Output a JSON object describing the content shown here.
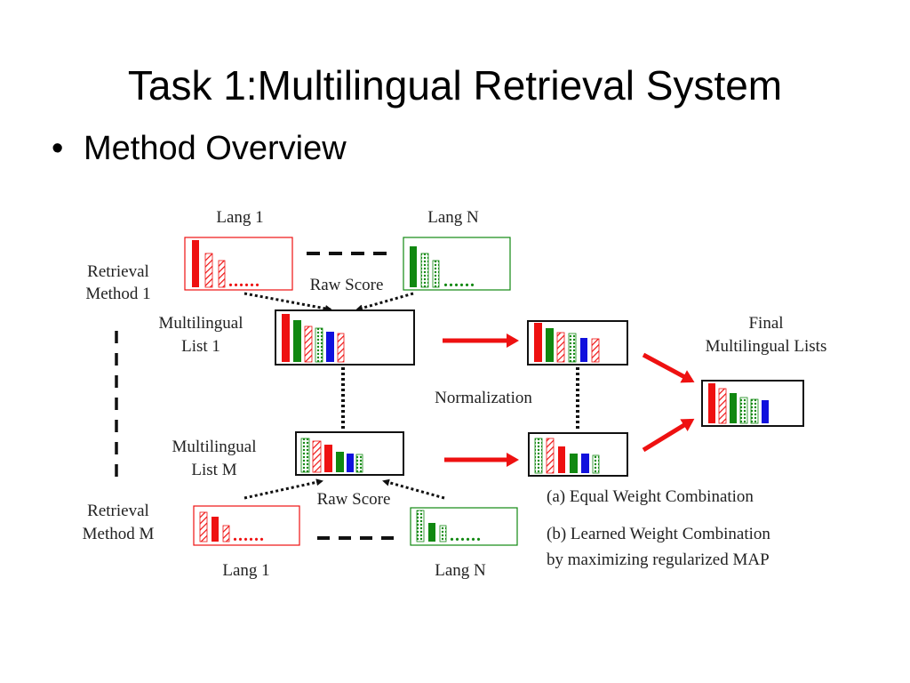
{
  "slide": {
    "title": "Task 1:Multilingual Retrieval System",
    "bullet_mark": "•",
    "bullet": "Method Overview"
  },
  "diagram": {
    "lang_top_left": "Lang 1",
    "lang_top_right": "Lang N",
    "lang_bottom_left": "Lang 1",
    "lang_bottom_right": "Lang N",
    "method_1_line1": "Retrieval",
    "method_1_line2": "Method 1",
    "method_m_line1": "Retrieval",
    "method_m_line2": "Method M",
    "raw_score_top": "Raw Score",
    "raw_score_bottom": "Raw Score",
    "list_1_line1": "Multilingual",
    "list_1_line2": "List 1",
    "list_m_line1": "Multilingual",
    "list_m_line2": "List M",
    "normalization": "Normalization",
    "final_line1": "Final",
    "final_line2": "Multilingual Lists",
    "combo_a": "(a) Equal Weight Combination",
    "combo_b_line1": "(b) Learned Weight Combination",
    "combo_b_line2": "by maximizing regularized MAP",
    "ellipsis_dots": "......"
  },
  "colors": {
    "red": "#ee1111",
    "green": "#118811",
    "blue": "#1111dd",
    "arrow_red": "#ee1111",
    "text": "#222222"
  }
}
